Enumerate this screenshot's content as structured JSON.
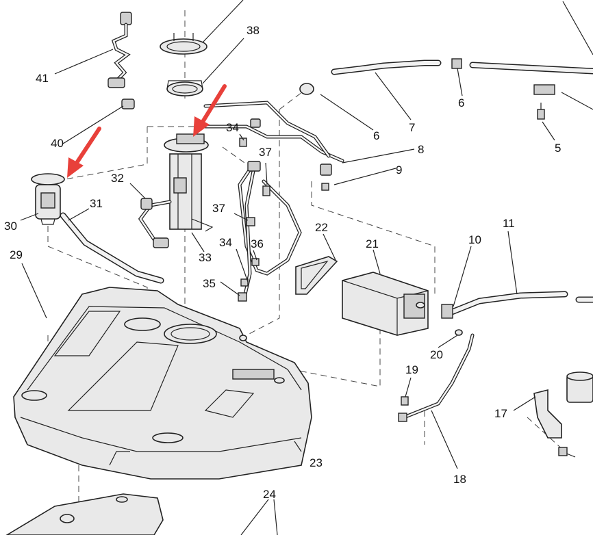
{
  "diagram": {
    "callouts": [
      "41",
      "38",
      "37",
      "34",
      "32",
      "31",
      "30",
      "29",
      "40",
      "33",
      "36",
      "35",
      "22",
      "21",
      "10",
      "11",
      "20",
      "19",
      "18",
      "17",
      "23",
      "24",
      "6",
      "7",
      "5",
      "8",
      "9"
    ],
    "highlight_color": "#e8403a"
  }
}
